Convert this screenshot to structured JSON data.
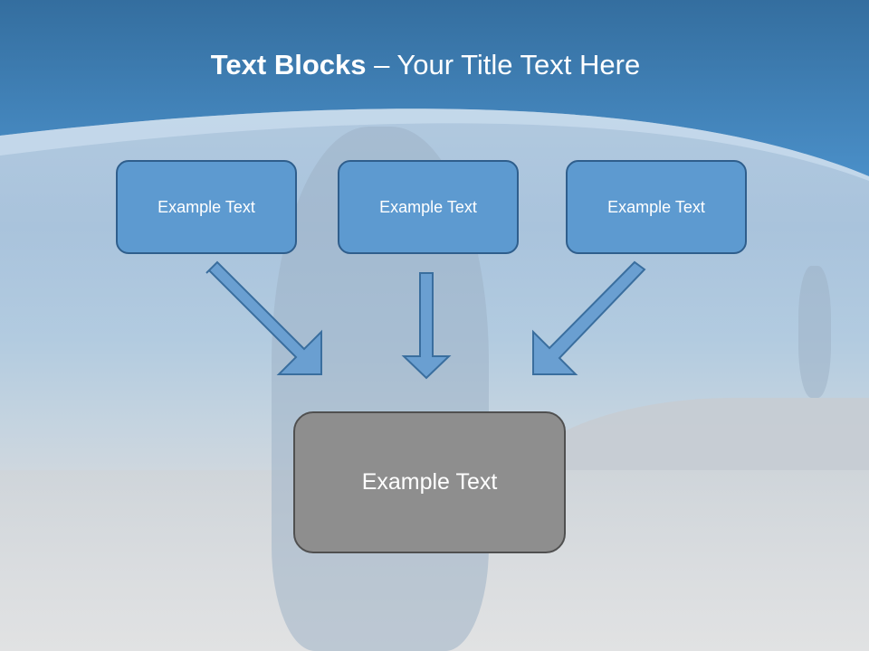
{
  "slide": {
    "title": {
      "bold_part": "Text Blocks",
      "separator": " – ",
      "regular_part": "Your Title Text Here"
    },
    "top_boxes": [
      {
        "label": "Example Text"
      },
      {
        "label": "Example Text"
      },
      {
        "label": "Example Text"
      }
    ],
    "bottom_box": {
      "label": "Example Text"
    }
  },
  "colors": {
    "header_blue": "#3a7fbc",
    "box_fill": "#5d9ad0",
    "box_border": "#2f5e8c",
    "arrow_fill": "#6a9fd1",
    "bottom_fill": "#8e8e8e",
    "bottom_border": "#505050"
  }
}
